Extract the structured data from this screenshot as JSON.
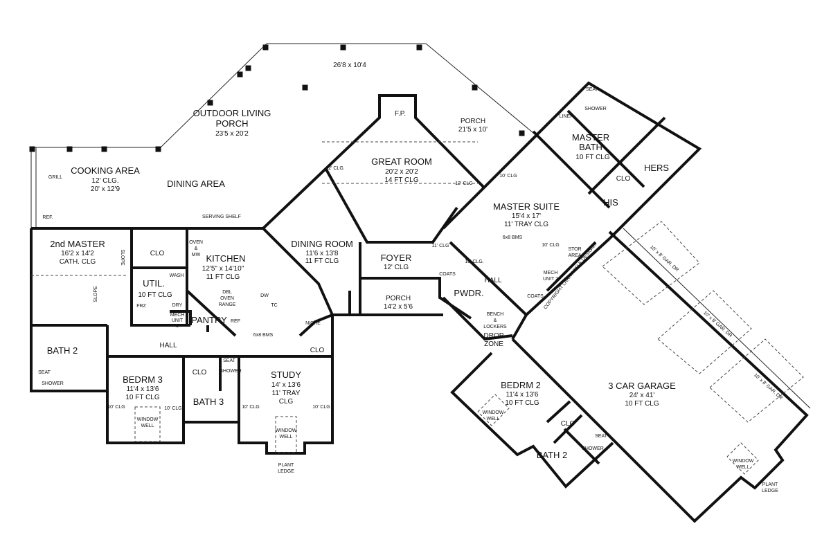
{
  "porches": {
    "overall_dim": "26'8 x 10'4",
    "outdoor_living": {
      "name1": "OUTDOOR LIVING",
      "name2": "PORCH",
      "dim": "23'5 x 20'2"
    },
    "right_porch": {
      "name": "PORCH",
      "dim": "21'5 x 10'"
    },
    "front_porch": {
      "name": "PORCH",
      "dim": "14'2 x 5'6"
    },
    "cooking_area": {
      "name": "COOKING AREA",
      "ceiling": "12' CLG.",
      "dim": "20' x 12'9",
      "grill": "GRILL",
      "ref": "REF."
    },
    "dining_area": {
      "name": "DINING AREA"
    }
  },
  "rooms": {
    "great_room": {
      "name": "GREAT ROOM",
      "dim": "20'2 x 20'2",
      "ceiling": "14 FT CLG",
      "fp": "F.P.",
      "clg_left": "12' CLG.",
      "clg_right": "12' CLG"
    },
    "master_bath": {
      "name1": "MASTER",
      "name2": "BATH",
      "ceiling": "10 FT CLG",
      "seat": "SEAT",
      "shower": "SHOWER",
      "liner": "LINER"
    },
    "hers": "HERS",
    "master_clo": "CLO",
    "his": "HIS",
    "master_suite": {
      "name": "MASTER SUITE",
      "dim": "15'4 x 17'",
      "ceiling": "11' TRAY CLG",
      "bms": "6x8 BMS",
      "clg_a": "10' CLG",
      "clg_b": "10' CLG"
    },
    "stor_area": {
      "l1": "STOR",
      "l2": "AREA"
    },
    "mech_unit_2": {
      "l1": "MECH",
      "l2": "UNIT 2"
    },
    "coats_right": "COATS",
    "coats_left": "COATS",
    "hall_right": {
      "name": "HALL",
      "ceiling": "10' CLG."
    },
    "foyer_clg": "11' CLG",
    "pwdr": "PWDR.",
    "drop_zone": {
      "bench1": "BENCH",
      "bench2": "&",
      "bench3": "LOCKERS",
      "name1": "DROP",
      "name2": "ZONE"
    },
    "copyright": "COPYRIGHT LARRY BELK DESIGNS",
    "garage_door": "10' x 8' GAR. DR",
    "second_master": {
      "name": "2nd MASTER",
      "dim": "16'2 x 14'2",
      "ceiling": "CATH. CLG",
      "slope": "SLOPE"
    },
    "clo_upper": "CLO",
    "serving_shelf": "SERVING SHELF",
    "kitchen": {
      "name": "KITCHEN",
      "dim": "12'5\" x 14'10\"",
      "ceiling": "11 FT CLG",
      "oven": "OVEN",
      "amp": "&",
      "mw": "MW",
      "dbl": "DBL",
      "oven2": "OVEN",
      "range": "RANGE",
      "dw": "DW",
      "tc": "TC",
      "ref": "REF"
    },
    "util": {
      "name": "UTIL.",
      "ceiling": "10 FT CLG",
      "wash": "WASH",
      "dry": "DRY",
      "frz": "FRZ"
    },
    "mech_unit_1": {
      "l1": "MECH",
      "l2": "UNIT",
      "l3": "1"
    },
    "pantry": "PANTRY",
    "dining_room": {
      "name": "DINING ROOM",
      "dim": "11'6 x 13'8",
      "ceiling": "11 FT CLG",
      "bms": "6x8 BMS",
      "niche": "NICHE"
    },
    "foyer": {
      "name": "FOYER",
      "ceiling": "12' CLG"
    },
    "hall_left": "HALL",
    "bath2_left": {
      "name": "BATH 2",
      "seat": "SEAT",
      "shower": "SHOWER"
    },
    "bedrm3": {
      "name": "BEDRM 3",
      "dim": "11'4 x 13'6",
      "ceiling": "10 FT CLG",
      "clg": "10' CLG",
      "window1": "WINDOW",
      "window2": "WELL"
    },
    "bath3": {
      "name": "BATH 3",
      "clo": "CLO",
      "seat": "SEAT",
      "shower": "SHOWER"
    },
    "study": {
      "name": "STUDY",
      "dim": "14' x 13'6",
      "ceiling1": "11' TRAY",
      "ceiling2": "CLG",
      "clg": "10' CLG",
      "clo": "CLO",
      "window1": "WINDOW",
      "window2": "WELL",
      "ledge1": "PLANT",
      "ledge2": "LEDGE"
    },
    "bedrm2": {
      "name": "BEDRM 2",
      "dim": "11'4 x 13'6",
      "ceiling": "10 FT CLG",
      "window1": "WINDOW",
      "window2": "WELL"
    },
    "bath2_right": {
      "name": "BATH 2",
      "clo": "CLO",
      "seat": "SEAT",
      "shower": "SHOWER"
    },
    "garage": {
      "name": "3 CAR GARAGE",
      "dim": "24' x 41'",
      "ceiling": "10 FT CLG",
      "window1": "WINDOW",
      "window2": "WELL",
      "ledge1": "PLANT",
      "ledge2": "LEDGE"
    }
  }
}
